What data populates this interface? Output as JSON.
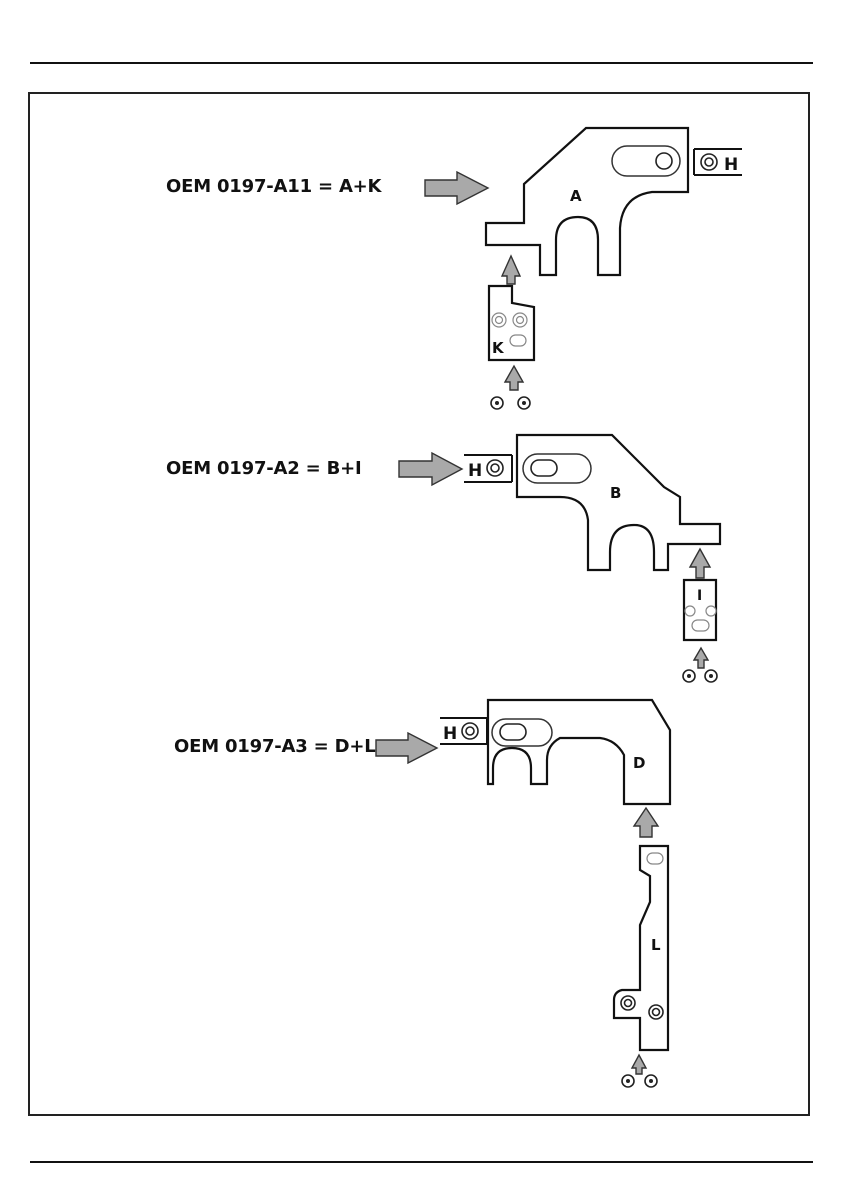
{
  "page": {
    "background": "#ffffff",
    "line_color": "#111111",
    "arrow_fill": "#a9a9a9"
  },
  "assemblies": [
    {
      "label": "OEM 0197-A11 = A+K",
      "main_part": "A",
      "insert_part": "K",
      "holder_part": "H"
    },
    {
      "label": "OEM 0197-A2 = B+I",
      "main_part": "B",
      "insert_part": "I",
      "holder_part": "H"
    },
    {
      "label": "OEM 0197-A3 = D+L",
      "main_part": "D",
      "insert_part": "L",
      "holder_part": "H"
    }
  ]
}
